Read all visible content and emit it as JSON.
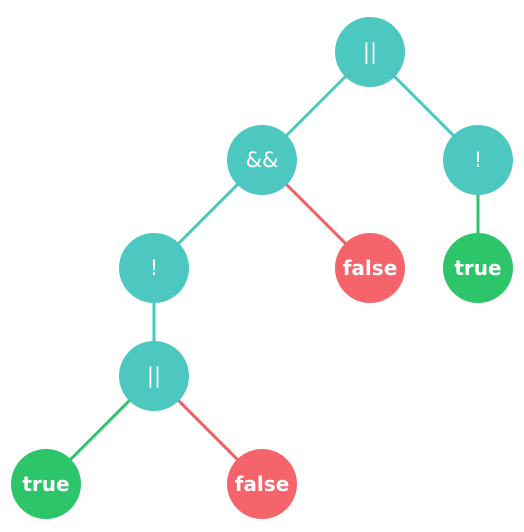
{
  "colors": {
    "operator": "#4CC8C0",
    "true": "#2CC56A",
    "false": "#F4646A",
    "edge_operator": "#4CC8C0",
    "edge_true": "#2CC56A",
    "edge_false": "#EE6066"
  },
  "nodes": [
    {
      "id": "root-or",
      "label": "||",
      "kind": "operator"
    },
    {
      "id": "and",
      "label": "&&",
      "kind": "operator"
    },
    {
      "id": "not-right",
      "label": "!",
      "kind": "operator"
    },
    {
      "id": "not-left",
      "label": "!",
      "kind": "operator"
    },
    {
      "id": "false-1",
      "label": "false",
      "kind": "false"
    },
    {
      "id": "true-1",
      "label": "true",
      "kind": "true"
    },
    {
      "id": "inner-or",
      "label": "||",
      "kind": "operator"
    },
    {
      "id": "true-2",
      "label": "true",
      "kind": "true"
    },
    {
      "id": "false-2",
      "label": "false",
      "kind": "false"
    }
  ],
  "edges": [
    {
      "from": "root-or",
      "to": "and"
    },
    {
      "from": "root-or",
      "to": "not-right"
    },
    {
      "from": "and",
      "to": "not-left"
    },
    {
      "from": "and",
      "to": "false-1"
    },
    {
      "from": "not-right",
      "to": "true-1"
    },
    {
      "from": "not-left",
      "to": "inner-or"
    },
    {
      "from": "inner-or",
      "to": "true-2"
    },
    {
      "from": "inner-or",
      "to": "false-2"
    }
  ]
}
